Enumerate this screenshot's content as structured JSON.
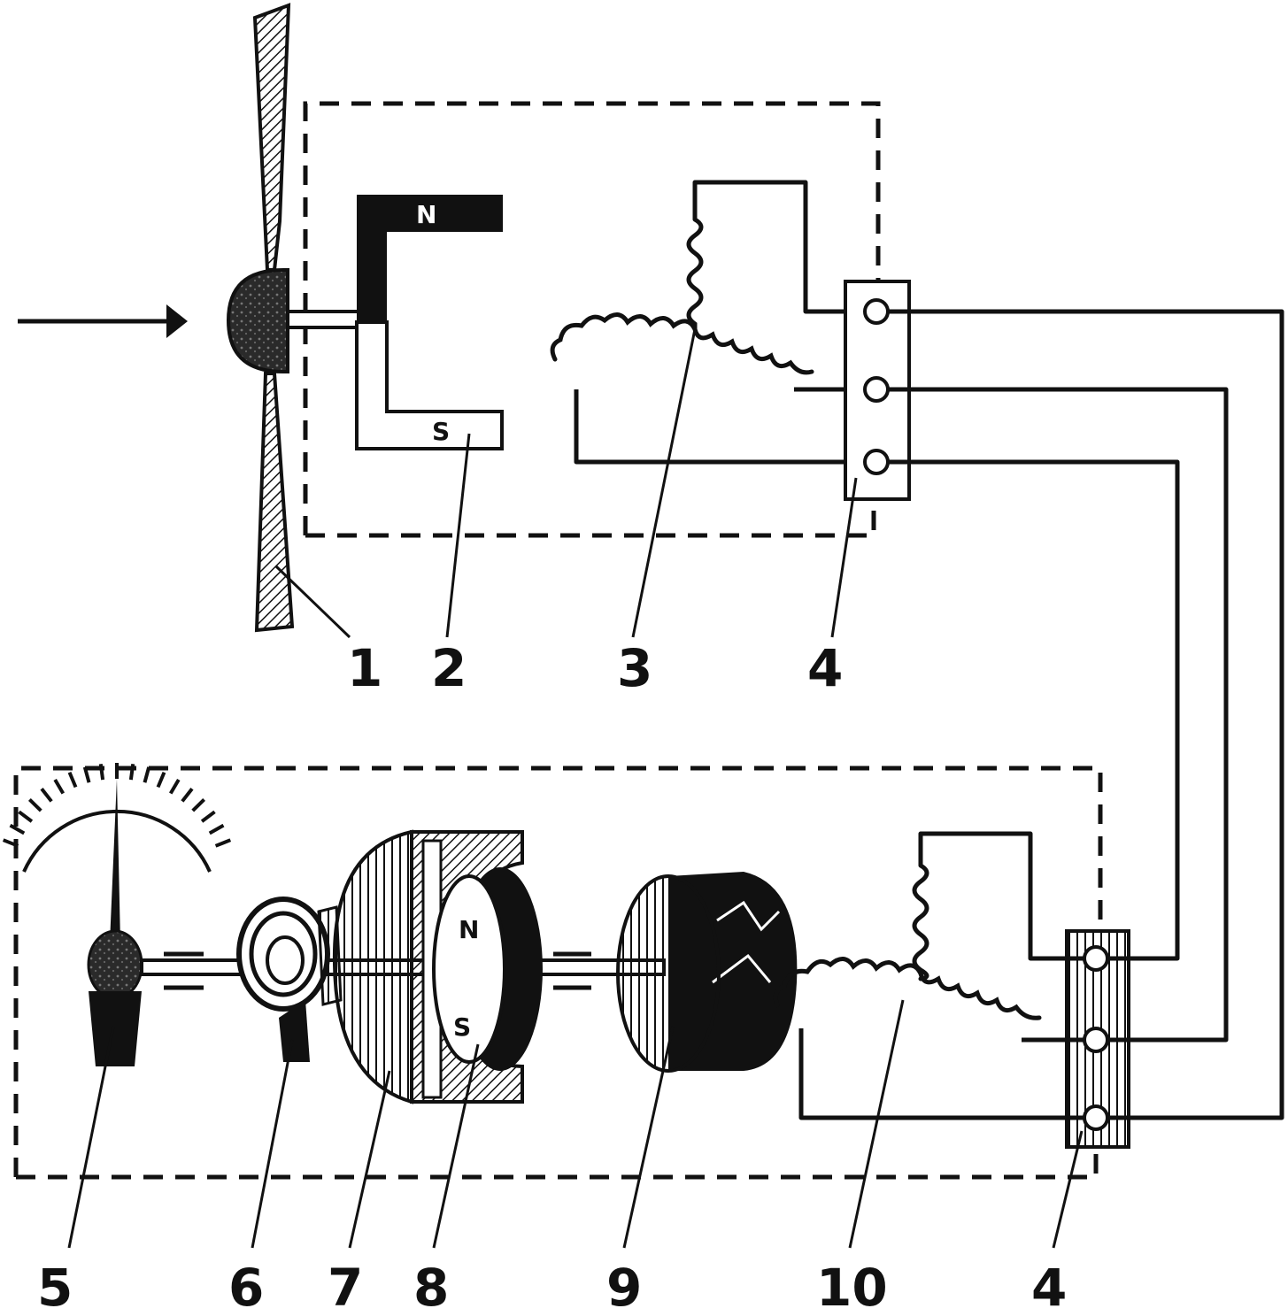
{
  "colors": {
    "ink": "#111111",
    "paper": "#ffffff"
  },
  "magnet_poles": {
    "north": "N",
    "south": "S"
  },
  "rotor_poles": {
    "north": "N",
    "south": "S"
  },
  "callouts": [
    {
      "id": "1",
      "text": "1"
    },
    {
      "id": "2",
      "text": "2"
    },
    {
      "id": "3",
      "text": "3"
    },
    {
      "id": "4a",
      "text": "4"
    },
    {
      "id": "5",
      "text": "5"
    },
    {
      "id": "6",
      "text": "6"
    },
    {
      "id": "7",
      "text": "7"
    },
    {
      "id": "8",
      "text": "8"
    },
    {
      "id": "9",
      "text": "9"
    },
    {
      "id": "10",
      "text": "10"
    },
    {
      "id": "4b",
      "text": "4"
    }
  ]
}
